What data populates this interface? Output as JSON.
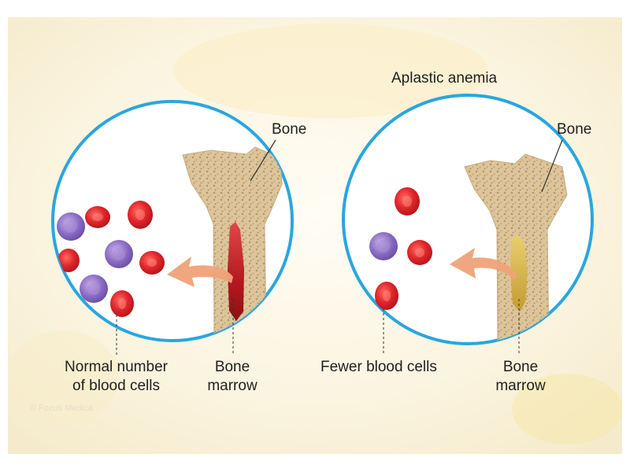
{
  "panels": {
    "normal": {
      "bone_label": "Bone",
      "cells_label_line1": "Normal number",
      "cells_label_line2": "of blood cells",
      "marrow_label_line1": "Bone",
      "marrow_label_line2": "marrow"
    },
    "aplastic": {
      "title": "Aplastic anemia",
      "bone_label": "Bone",
      "cells_label": "Fewer blood cells",
      "marrow_label_line1": "Bone",
      "marrow_label_line2": "marrow"
    }
  },
  "watermark": "© Focus Medica",
  "colors": {
    "circle_outline": "#2aa6de",
    "red_cell": "#e0262b",
    "white_cell": "#8b6cc4",
    "healthy_marrow": "#b5191f",
    "aplastic_marrow": "#d8b64a",
    "bone": "#dcc59a",
    "arrow": "#efa279"
  },
  "icons": [
    "red-blood-cell-icon",
    "white-blood-cell-icon",
    "bone-icon",
    "arrow-icon"
  ]
}
